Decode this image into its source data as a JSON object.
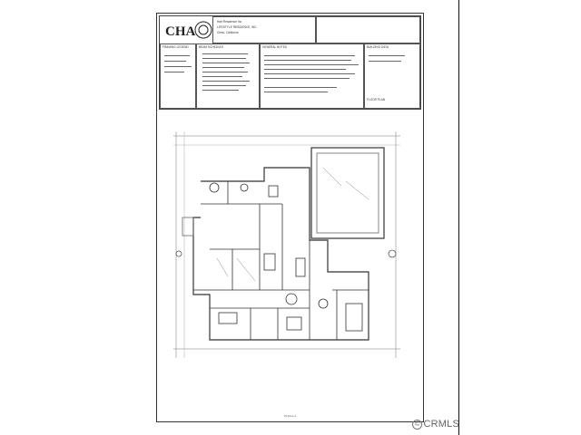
{
  "sheet": {
    "logo_text": "CHA",
    "company": "Hart Residence Inc",
    "project_line_1": "LIFESTYLE RESIDENCE, INC.",
    "project_line_2": "Chino, California",
    "legend_title": "FRAMING LEGEND",
    "schedule_title": "BEAM SCHEDULE",
    "notes_title": "GENERAL NOTES",
    "sheet_label": "BUILDING DATA",
    "plan_label": "FLOOR PLAN",
    "footer_text": "PLAN A-1"
  },
  "watermark": {
    "symbol": "©",
    "text": "CRMLS"
  }
}
